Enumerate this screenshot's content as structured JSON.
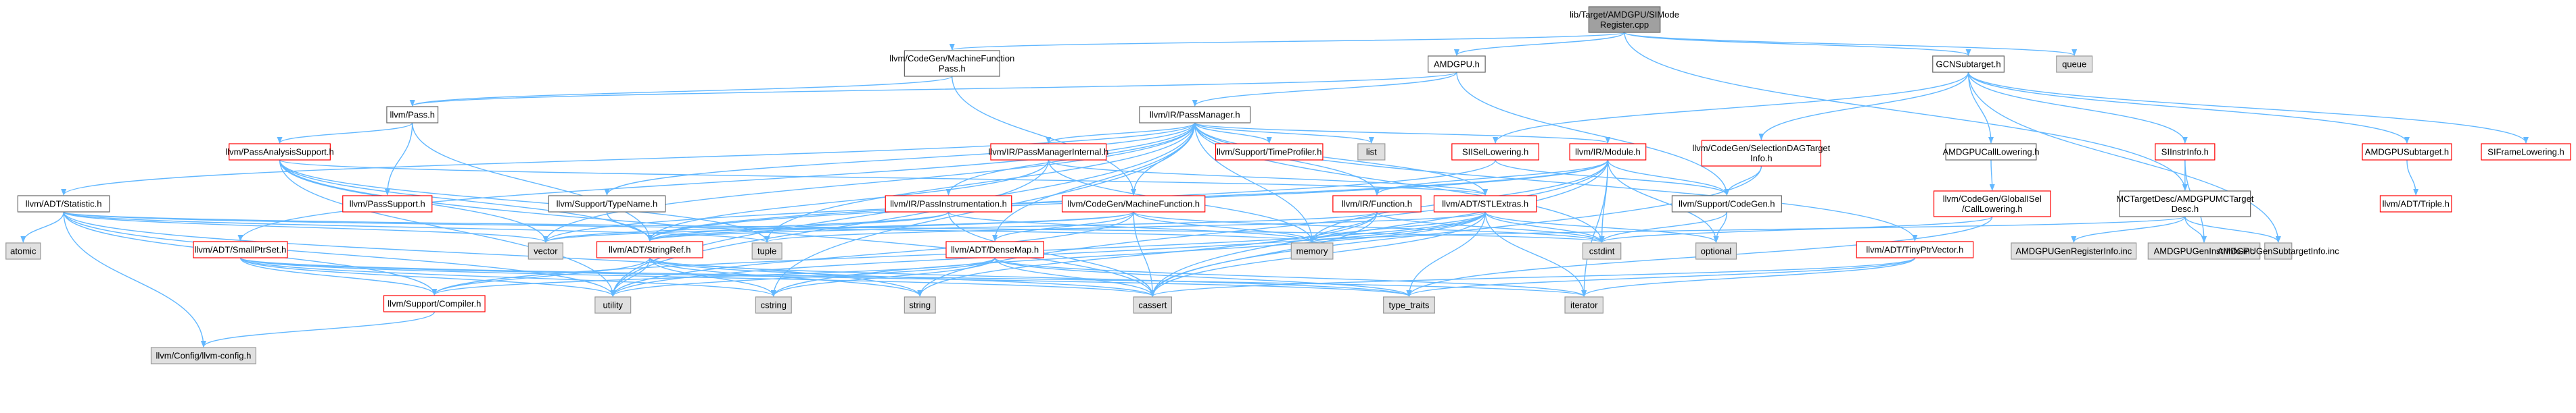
{
  "colors": {
    "root_fill": "#a0a0a0",
    "root_stroke": "#666666",
    "ext_fill": "#e0e0e0",
    "ext_stroke": "#999999",
    "doc_fill": "#ffffff",
    "doc_stroke": "#666666",
    "trunc_stroke": "#ff0000",
    "edge": "#63b8ff"
  },
  "nodes": [
    {
      "id": "root",
      "lines": [
        "lib/Target/AMDGPU/SIMode",
        "Register.cpp"
      ],
      "kind": "root"
    },
    {
      "id": "mfpass",
      "lines": [
        "llvm/CodeGen/MachineFunction",
        "Pass.h"
      ],
      "kind": "doc"
    },
    {
      "id": "amdgpu",
      "lines": [
        "AMDGPU.h"
      ],
      "kind": "doc"
    },
    {
      "id": "gcn",
      "lines": [
        "GCNSubtarget.h"
      ],
      "kind": "doc"
    },
    {
      "id": "queue",
      "lines": [
        "queue"
      ],
      "kind": "ext"
    },
    {
      "id": "pass",
      "lines": [
        "llvm/Pass.h"
      ],
      "kind": "doc"
    },
    {
      "id": "passmgr",
      "lines": [
        "llvm/IR/PassManager.h"
      ],
      "kind": "doc"
    },
    {
      "id": "pas",
      "lines": [
        "llvm/PassAnalysisSupport.h"
      ],
      "kind": "trunc"
    },
    {
      "id": "pmi",
      "lines": [
        "llvm/IR/PassManagerInternal.h"
      ],
      "kind": "trunc"
    },
    {
      "id": "timeprof",
      "lines": [
        "llvm/Support/TimeProfiler.h"
      ],
      "kind": "trunc"
    },
    {
      "id": "list",
      "lines": [
        "list"
      ],
      "kind": "ext"
    },
    {
      "id": "sisel",
      "lines": [
        "SIISelLowering.h"
      ],
      "kind": "trunc"
    },
    {
      "id": "module",
      "lines": [
        "llvm/IR/Module.h"
      ],
      "kind": "trunc"
    },
    {
      "id": "seldag",
      "lines": [
        "llvm/CodeGen/SelectionDAGTarget",
        "Info.h"
      ],
      "kind": "trunc"
    },
    {
      "id": "callower",
      "lines": [
        "AMDGPUCallLowering.h"
      ],
      "kind": "doc"
    },
    {
      "id": "siinstr",
      "lines": [
        "SIInstrInfo.h"
      ],
      "kind": "trunc"
    },
    {
      "id": "amdsub",
      "lines": [
        "AMDGPUSubtarget.h"
      ],
      "kind": "trunc"
    },
    {
      "id": "siframe",
      "lines": [
        "SIFrameLowering.h"
      ],
      "kind": "trunc"
    },
    {
      "id": "stat",
      "lines": [
        "llvm/ADT/Statistic.h"
      ],
      "kind": "doc"
    },
    {
      "id": "passsup",
      "lines": [
        "llvm/PassSupport.h"
      ],
      "kind": "trunc"
    },
    {
      "id": "typename",
      "lines": [
        "llvm/Support/TypeName.h"
      ],
      "kind": "doc"
    },
    {
      "id": "passinst",
      "lines": [
        "llvm/IR/PassInstrumentation.h"
      ],
      "kind": "trunc"
    },
    {
      "id": "mf",
      "lines": [
        "llvm/CodeGen/MachineFunction.h"
      ],
      "kind": "trunc"
    },
    {
      "id": "irfunc",
      "lines": [
        "llvm/IR/Function.h"
      ],
      "kind": "trunc"
    },
    {
      "id": "stlextras",
      "lines": [
        "llvm/ADT/STLExtras.h"
      ],
      "kind": "trunc"
    },
    {
      "id": "supcg",
      "lines": [
        "llvm/Support/CodeGen.h"
      ],
      "kind": "doc"
    },
    {
      "id": "globalisel",
      "lines": [
        "llvm/CodeGen/GlobalISel",
        "/CallLowering.h"
      ],
      "kind": "trunc"
    },
    {
      "id": "mctarget",
      "lines": [
        "MCTargetDesc/AMDGPUMCTarget",
        "Desc.h"
      ],
      "kind": "doc"
    },
    {
      "id": "triple",
      "lines": [
        "llvm/ADT/Triple.h"
      ],
      "kind": "trunc"
    },
    {
      "id": "atomic",
      "lines": [
        "atomic"
      ],
      "kind": "ext"
    },
    {
      "id": "smallptr",
      "lines": [
        "llvm/ADT/SmallPtrSet.h"
      ],
      "kind": "trunc"
    },
    {
      "id": "vector",
      "lines": [
        "vector"
      ],
      "kind": "ext"
    },
    {
      "id": "stringref",
      "lines": [
        "llvm/ADT/StringRef.h"
      ],
      "kind": "trunc"
    },
    {
      "id": "tuple",
      "lines": [
        "tuple"
      ],
      "kind": "ext"
    },
    {
      "id": "densemap",
      "lines": [
        "llvm/ADT/DenseMap.h"
      ],
      "kind": "trunc"
    },
    {
      "id": "memory",
      "lines": [
        "memory"
      ],
      "kind": "ext"
    },
    {
      "id": "cstdint",
      "lines": [
        "cstdint"
      ],
      "kind": "ext"
    },
    {
      "id": "optional",
      "lines": [
        "optional"
      ],
      "kind": "ext"
    },
    {
      "id": "tinyptr",
      "lines": [
        "llvm/ADT/TinyPtrVector.h"
      ],
      "kind": "trunc"
    },
    {
      "id": "reginfo",
      "lines": [
        "AMDGPUGenRegisterInfo.inc"
      ],
      "kind": "ext"
    },
    {
      "id": "instrinfo",
      "lines": [
        "AMDGPUGenInstrInfo.inc"
      ],
      "kind": "ext"
    },
    {
      "id": "subinfo",
      "lines": [
        "AMDGPUGenSubtargetInfo.inc"
      ],
      "kind": "ext"
    },
    {
      "id": "compiler",
      "lines": [
        "llvm/Support/Compiler.h"
      ],
      "kind": "trunc"
    },
    {
      "id": "utility",
      "lines": [
        "utility"
      ],
      "kind": "ext"
    },
    {
      "id": "cstring",
      "lines": [
        "cstring"
      ],
      "kind": "ext"
    },
    {
      "id": "string",
      "lines": [
        "string"
      ],
      "kind": "ext"
    },
    {
      "id": "cassert",
      "lines": [
        "cassert"
      ],
      "kind": "ext"
    },
    {
      "id": "typetraits",
      "lines": [
        "type_traits"
      ],
      "kind": "ext"
    },
    {
      "id": "iterator",
      "lines": [
        "iterator"
      ],
      "kind": "ext"
    },
    {
      "id": "config",
      "lines": [
        "llvm/Config/llvm-config.h"
      ],
      "kind": "ext"
    }
  ],
  "edges": [
    [
      "root",
      "mfpass"
    ],
    [
      "root",
      "amdgpu"
    ],
    [
      "root",
      "gcn"
    ],
    [
      "root",
      "queue"
    ],
    [
      "root",
      "mctarget"
    ],
    [
      "mfpass",
      "pass"
    ],
    [
      "mfpass",
      "mf"
    ],
    [
      "amdgpu",
      "pass"
    ],
    [
      "amdgpu",
      "passmgr"
    ],
    [
      "amdgpu",
      "supcg"
    ],
    [
      "gcn",
      "sisel"
    ],
    [
      "gcn",
      "seldag"
    ],
    [
      "gcn",
      "callower"
    ],
    [
      "gcn",
      "siinstr"
    ],
    [
      "gcn",
      "amdsub"
    ],
    [
      "gcn",
      "siframe"
    ],
    [
      "gcn",
      "subinfo"
    ],
    [
      "pass",
      "pas"
    ],
    [
      "pass",
      "passsup"
    ],
    [
      "pass",
      "stringref"
    ],
    [
      "passmgr",
      "stat"
    ],
    [
      "passmgr",
      "pmi"
    ],
    [
      "passmgr",
      "timeprof"
    ],
    [
      "passmgr",
      "list"
    ],
    [
      "passmgr",
      "module"
    ],
    [
      "passmgr",
      "passinst"
    ],
    [
      "passmgr",
      "mf"
    ],
    [
      "passmgr",
      "irfunc"
    ],
    [
      "passmgr",
      "stlextras"
    ],
    [
      "passmgr",
      "typename"
    ],
    [
      "passmgr",
      "smallptr"
    ],
    [
      "passmgr",
      "tuple"
    ],
    [
      "passmgr",
      "densemap"
    ],
    [
      "passmgr",
      "memory"
    ],
    [
      "passmgr",
      "cstring"
    ],
    [
      "passmgr",
      "utility"
    ],
    [
      "passmgr",
      "tinyptr"
    ],
    [
      "passmgr",
      "vector"
    ],
    [
      "passmgr",
      "cstdint"
    ],
    [
      "pas",
      "stlextras"
    ],
    [
      "pas",
      "stringref"
    ],
    [
      "pas",
      "tuple"
    ],
    [
      "pas",
      "cassert"
    ],
    [
      "pas",
      "utility"
    ],
    [
      "pas",
      "vector"
    ],
    [
      "pmi",
      "stlextras"
    ],
    [
      "pmi",
      "stringref"
    ],
    [
      "pmi",
      "memory"
    ],
    [
      "pmi",
      "utility"
    ],
    [
      "sisel",
      "supcg"
    ],
    [
      "sisel",
      "stringref"
    ],
    [
      "module",
      "irfunc"
    ],
    [
      "module",
      "stringref"
    ],
    [
      "module",
      "supcg"
    ],
    [
      "module",
      "cstdint"
    ],
    [
      "module",
      "optional"
    ],
    [
      "module",
      "iterator"
    ],
    [
      "module",
      "memory"
    ],
    [
      "module",
      "string"
    ],
    [
      "module",
      "vector"
    ],
    [
      "module",
      "cassert"
    ],
    [
      "seldag",
      "supcg"
    ],
    [
      "seldag",
      "cassert"
    ],
    [
      "callower",
      "globalisel"
    ],
    [
      "siinstr",
      "mctarget"
    ],
    [
      "siinstr",
      "instrinfo"
    ],
    [
      "amdsub",
      "triple"
    ],
    [
      "stat",
      "atomic"
    ],
    [
      "stat",
      "compiler"
    ],
    [
      "stat",
      "config"
    ],
    [
      "stat",
      "cstdint"
    ],
    [
      "stat",
      "memory"
    ],
    [
      "stat",
      "string"
    ],
    [
      "stat",
      "vector"
    ],
    [
      "stat",
      "utility"
    ],
    [
      "stat",
      "tuple"
    ],
    [
      "typename",
      "stringref"
    ],
    [
      "passinst",
      "stringref"
    ],
    [
      "passinst",
      "memory"
    ],
    [
      "passinst",
      "vector"
    ],
    [
      "passinst",
      "cassert"
    ],
    [
      "passinst",
      "type_traits"
    ],
    [
      "mf",
      "densemap"
    ],
    [
      "mf",
      "stringref"
    ],
    [
      "mf",
      "memory"
    ],
    [
      "mf",
      "utility"
    ],
    [
      "mf",
      "vector"
    ],
    [
      "mf",
      "cassert"
    ],
    [
      "mf",
      "cstdint"
    ],
    [
      "irfunc",
      "stringref"
    ],
    [
      "irfunc",
      "memory"
    ],
    [
      "irfunc",
      "string"
    ],
    [
      "irfunc",
      "cassert"
    ],
    [
      "irfunc",
      "cstdint"
    ],
    [
      "stlextras",
      "optional"
    ],
    [
      "stlextras",
      "iterator"
    ],
    [
      "stlextras",
      "memory"
    ],
    [
      "stlextras",
      "utility"
    ],
    [
      "stlextras",
      "tuple"
    ],
    [
      "stlextras",
      "cassert"
    ],
    [
      "stlextras",
      "cstdint"
    ],
    [
      "stlextras",
      "typetraits"
    ],
    [
      "stlextras",
      "cstring"
    ],
    [
      "stlextras",
      "compiler"
    ],
    [
      "supcg",
      "optional"
    ],
    [
      "supcg",
      "cstdint"
    ],
    [
      "globalisel",
      "cstdint"
    ],
    [
      "globalisel",
      "typetraits"
    ],
    [
      "mctarget",
      "memory"
    ],
    [
      "mctarget",
      "reginfo"
    ],
    [
      "mctarget",
      "instrinfo"
    ],
    [
      "mctarget",
      "subinfo"
    ],
    [
      "smallptr",
      "compiler"
    ],
    [
      "smallptr",
      "cstring"
    ],
    [
      "smallptr",
      "utility"
    ],
    [
      "smallptr",
      "cassert"
    ],
    [
      "smallptr",
      "iterator"
    ],
    [
      "smallptr",
      "typetraits"
    ],
    [
      "stringref",
      "compiler"
    ],
    [
      "stringref",
      "cstring"
    ],
    [
      "stringref",
      "string"
    ],
    [
      "stringref",
      "utility"
    ],
    [
      "stringref",
      "cassert"
    ],
    [
      "stringref",
      "typetraits"
    ],
    [
      "densemap",
      "utility"
    ],
    [
      "densemap",
      "cassert"
    ],
    [
      "densemap",
      "iterator"
    ],
    [
      "densemap",
      "typetraits"
    ],
    [
      "densemap",
      "compiler"
    ],
    [
      "densemap",
      "cstring"
    ],
    [
      "tinyptr",
      "cassert"
    ],
    [
      "tinyptr",
      "iterator"
    ],
    [
      "tinyptr",
      "typetraits"
    ],
    [
      "compiler",
      "config"
    ]
  ]
}
